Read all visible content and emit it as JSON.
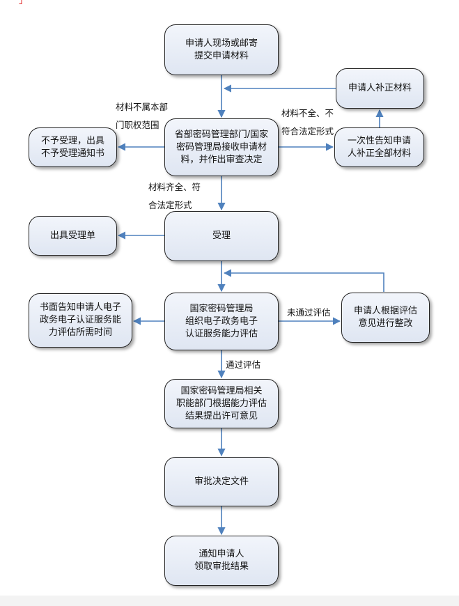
{
  "nodes": {
    "submit": "申请人现场或邮寄\n提交申请材料",
    "supplement": "申请人补正材料",
    "review": "省部密码管理部门/国家\n密码管理局接收申请材\n料，并作出审查决定",
    "reject": "不予受理，出具\n不予受理通知书",
    "notify_all": "一次性告知申请\n人补正全部材料",
    "accept": "受理",
    "receipt": "出具受理单",
    "assess": "国家密码管理局\n组织电子政务电子\n认证服务能力评估",
    "written_notice": "书面告知申请人电子\n政务电子认证服务能\n力评估所需时间",
    "rectify": "申请人根据评估\n意见进行整改",
    "opinion": "国家密码管理局相关\n职能部门根据能力评估\n结果提出许可意见",
    "decision": "审批决定文件",
    "result": "通知申请人\n领取审批结果"
  },
  "labels": {
    "not_scope": "材料不属本部\n门职权范围",
    "incomplete": "材料不全、不\n符合法定形式",
    "complete": "材料齐全、符\n合法定形式",
    "failed": "未通过评估",
    "passed": "通过评估"
  },
  "colors": {
    "arrow": "#4f81bd",
    "node_fill": "#e6ecf5",
    "node_border": "#222222"
  }
}
